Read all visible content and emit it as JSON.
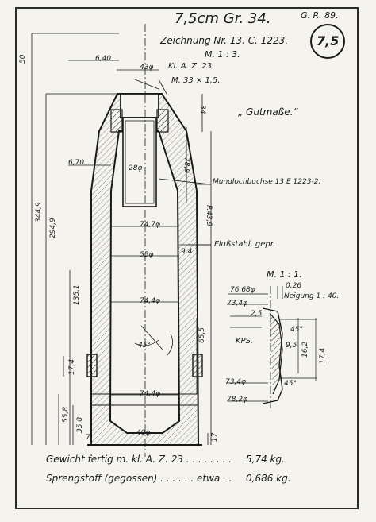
{
  "header": {
    "title": "7,5cm Gr. 34.",
    "drawing_no": "Zeichnung Nr. 13. C. 1223.",
    "scale_main": "M. 1 : 3.",
    "sheet_code": "G. R. 89.",
    "caliber_badge": "7,5"
  },
  "labels": {
    "fuze": "Kl. A. Z. 23.",
    "thread": "M. 33 × 1,5.",
    "gutmasse": "„ Gutmaße.“",
    "bush": "Mundlochbuchse 13 E 1223-2.",
    "steel": "Flußstahl, gepr."
  },
  "dimensions": {
    "d640": "6,40",
    "d430": "43φ",
    "d670": "6,70",
    "d280": "28φ",
    "d789": "78,9",
    "d34": "34",
    "d747": "74,7φ",
    "d2439": "P.43,9",
    "d55": "55φ",
    "d94": "9,4",
    "d3449": "344,9",
    "d2949": "294,9",
    "d1351": "135,1",
    "d744a": "74,4φ",
    "d45a": "45°",
    "d655": "65,5",
    "d174": "17,4",
    "d744b": "74,4φ",
    "d558": "55,8",
    "d358": "35,8",
    "d7": "7",
    "d40": "40φ",
    "d17": "17",
    "d50": "50"
  },
  "detail": {
    "scale": "M. 1 : 1.",
    "d7668": "76,68φ",
    "d026": "0,26",
    "d734a": "73,4φ",
    "neigung": "Neigung 1 : 40.",
    "d25": "2,5",
    "d45": "45°",
    "kps": "KPS.",
    "d95": "9,5",
    "d162": "16,2",
    "d174": "17,4",
    "d734b": "73,4φ",
    "d45b": "45°",
    "d782": "78,2φ"
  },
  "footer": {
    "weight_label": "Gewicht fertig m. kl. A. Z. 23 . . . . . . . .",
    "weight_value": "5,74 kg.",
    "charge_label": "Sprengstoff (gegossen) . . . . . . etwa . .",
    "charge_value": "0,686 kg."
  }
}
